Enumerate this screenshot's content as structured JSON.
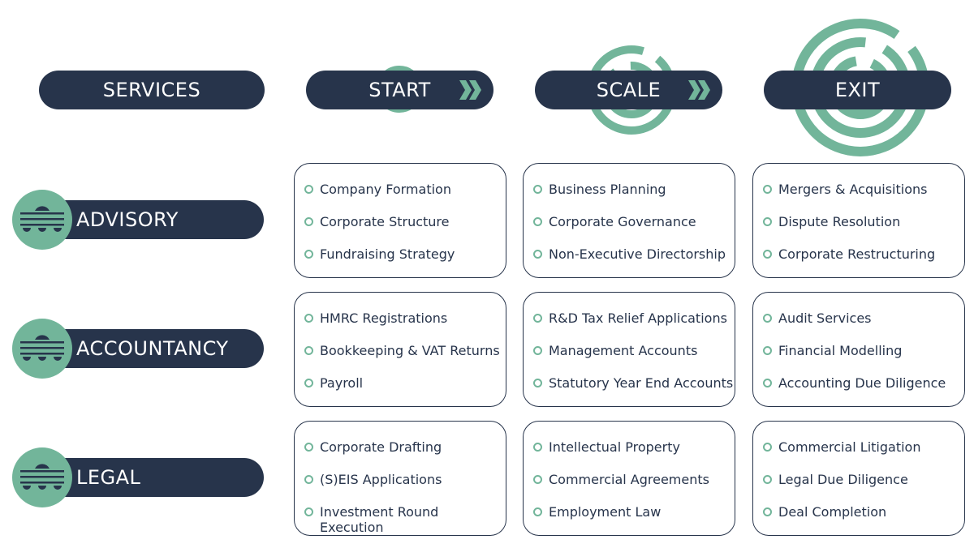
{
  "header": {
    "services": "SERVICES",
    "stages": [
      {
        "label": "START"
      },
      {
        "label": "SCALE"
      },
      {
        "label": "EXIT"
      }
    ]
  },
  "rows": [
    {
      "label": "ADVISORY",
      "cells": [
        [
          "Company Formation",
          "Corporate Structure",
          "Fundraising Strategy"
        ],
        [
          "Business Planning",
          "Corporate Governance",
          "Non-Executive Directorship"
        ],
        [
          "Mergers & Acquisitions",
          "Dispute Resolution",
          "Corporate Restructuring"
        ]
      ]
    },
    {
      "label": "ACCOUNTANCY",
      "cells": [
        [
          "HMRC Registrations",
          "Bookkeeping & VAT Returns",
          "Payroll"
        ],
        [
          "R&D Tax Relief Applications",
          "Management Accounts",
          "Statutory Year End Accounts"
        ],
        [
          "Audit Services",
          "Financial Modelling",
          "Accounting Due Diligence"
        ]
      ]
    },
    {
      "label": "LEGAL",
      "cells": [
        [
          "Corporate Drafting",
          "(S)EIS Applications",
          "Investment Round Execution"
        ],
        [
          "Intellectual Property",
          "Commercial Agreements",
          "Employment Law"
        ],
        [
          "Commercial Litigation",
          "Legal Due Diligence",
          "Deal Completion"
        ]
      ]
    }
  ],
  "colors": {
    "navy": "#27344b",
    "green": "#72b59a",
    "white": "#ffffff"
  }
}
